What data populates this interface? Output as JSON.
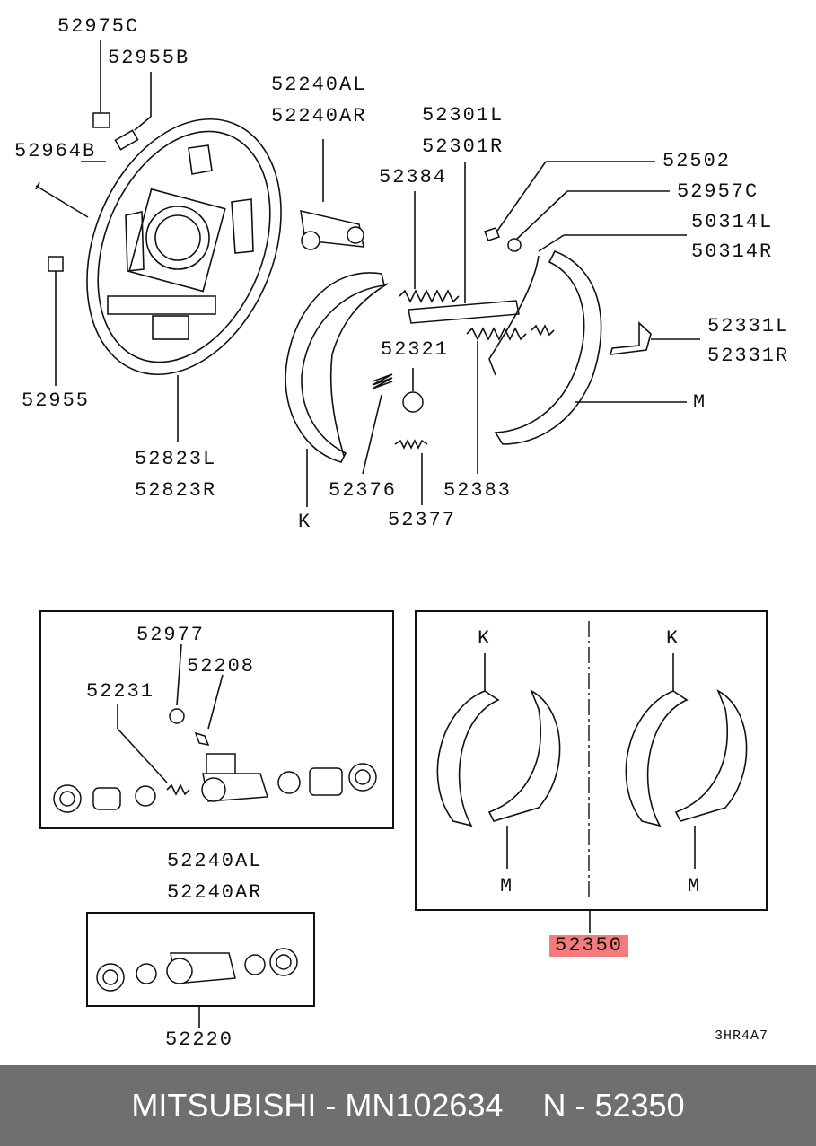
{
  "labels": {
    "p52975C": "52975C",
    "p52955B": "52955B",
    "p52964B": "52964B",
    "p52955": "52955",
    "p52823L": "52823L",
    "p52823R": "52823R",
    "p52240AL_top": "52240AL",
    "p52240AR_top": "52240AR",
    "p52301L": "52301L",
    "p52301R": "52301R",
    "p52384": "52384",
    "p52502": "52502",
    "p52957C": "52957C",
    "p50314L": "50314L",
    "p50314R": "50314R",
    "p52331L": "52331L",
    "p52331R": "52331R",
    "M_main": "M",
    "p52321": "52321",
    "p52376": "52376",
    "p52383": "52383",
    "p52377": "52377",
    "K_main": "K",
    "p52977": "52977",
    "p52208": "52208",
    "p52231": "52231",
    "p52240AL_box": "52240AL",
    "p52240AR_box": "52240AR",
    "p52220": "52220",
    "K_set1": "K",
    "K_set2": "K",
    "M_set1": "M",
    "M_set2": "M",
    "p52350": "52350",
    "code": "3HR4A7"
  },
  "footer": {
    "brand_part": "MITSUBISHI - MN102634",
    "ref": "N - 52350"
  },
  "colors": {
    "highlight": "#f37b7b",
    "footer_bg": "#6f6f6f",
    "line": "#111111"
  }
}
